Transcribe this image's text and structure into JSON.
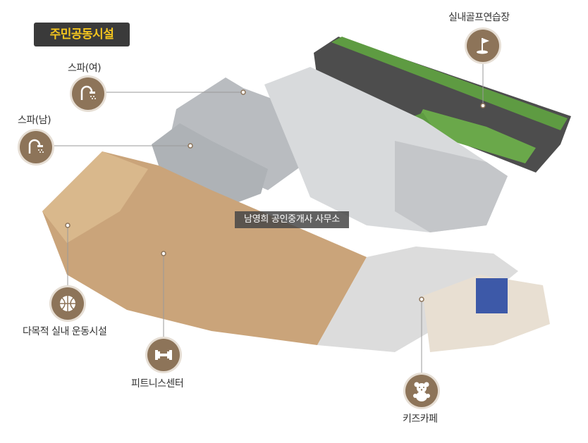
{
  "title": "주민공동시설",
  "office_label": "남영희 공인중개사 사무소",
  "facilities": [
    {
      "label": "실내골프연습장",
      "icon": "golf-flag-icon"
    },
    {
      "label": "스파(여)",
      "icon": "shower-icon"
    },
    {
      "label": "스파(남)",
      "icon": "shower-icon"
    },
    {
      "label": "다목적 실내 운동시설",
      "icon": "basketball-icon"
    },
    {
      "label": "피트니스센터",
      "icon": "dumbbell-icon"
    },
    {
      "label": "키즈카페",
      "icon": "teddy-bear-icon"
    }
  ],
  "colors": {
    "badge_bg": "#3a3a3a",
    "badge_text": "#f4c51e",
    "icon_bg": "#8d7459"
  }
}
